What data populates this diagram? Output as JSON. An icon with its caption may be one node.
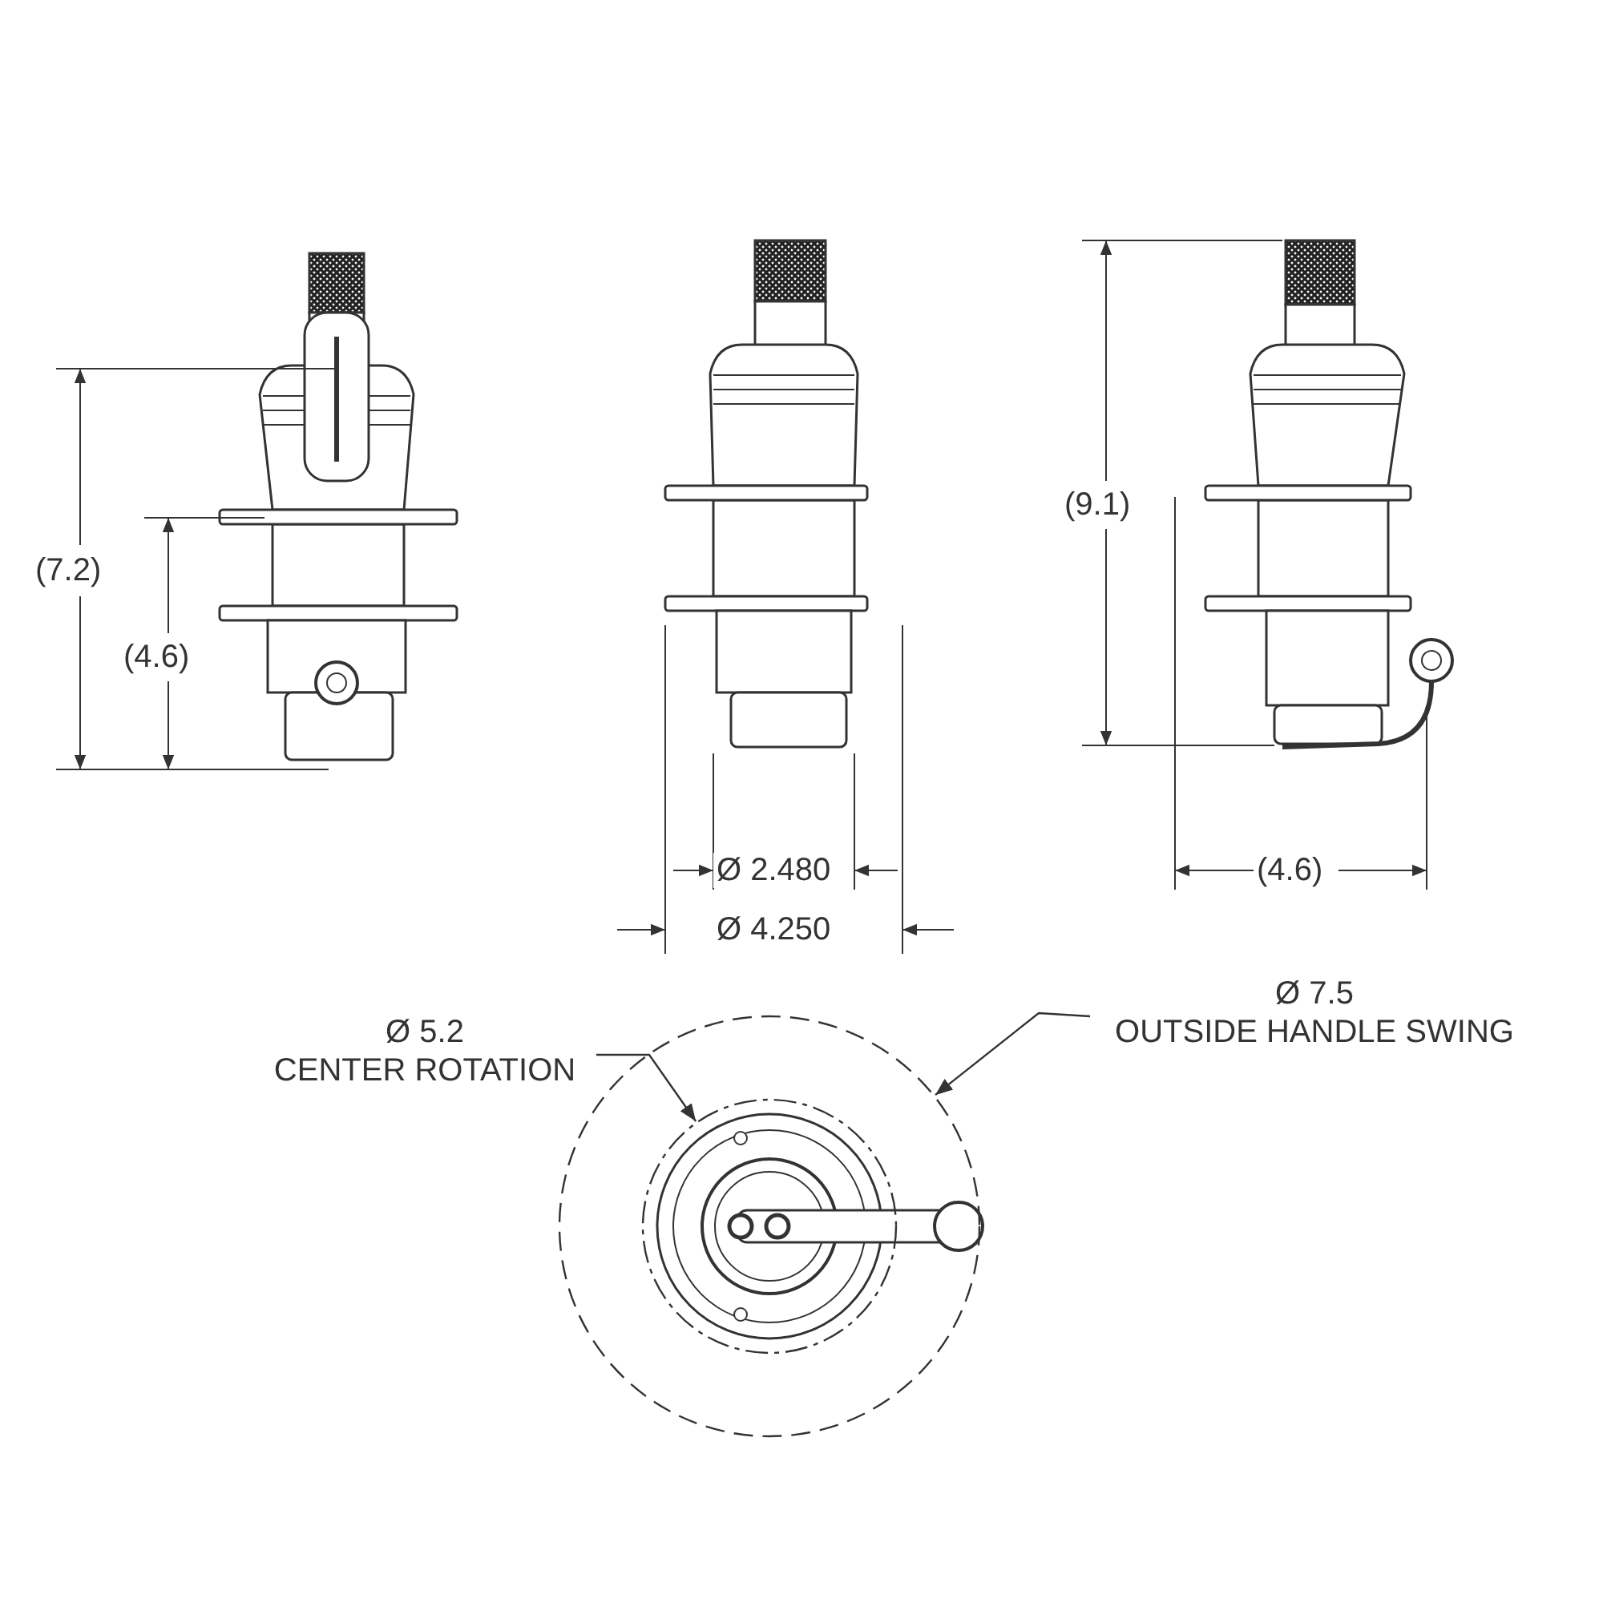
{
  "diagram": {
    "nodes": [
      {
        "text": [
          "Ø 5.2",
          "CENTER ROTATION"
        ]
      },
      {
        "text": [
          "Ø 7.5",
          "OUTSIDE HANDLE SWING"
        ]
      },
      {
        "text": [],
        "shape": "circle"
      },
      {
        "text": [],
        "shape": "circle",
        "in": 2
      }
    ],
    "edges": [
      {
        "from": 0,
        "to": 3,
        "arrow": "to"
      },
      {
        "from": 1,
        "to": 2,
        "arrow": "to"
      }
    ],
    "labels": [
      "(7.2)",
      "(4.6)",
      "(9.1)",
      "Ø 2.480",
      "Ø 4.250",
      "(4.6)"
    ]
  }
}
